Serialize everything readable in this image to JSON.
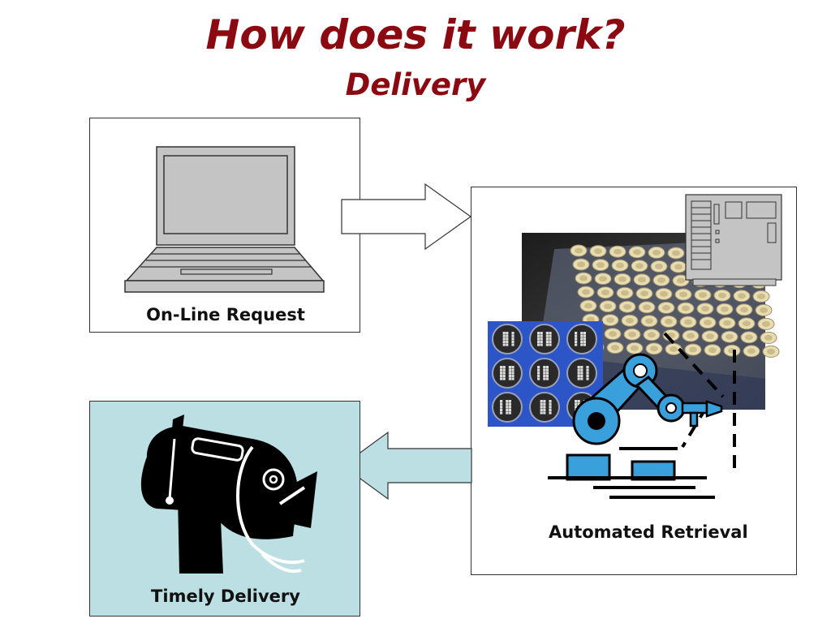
{
  "slide": {
    "title": "How does it work?",
    "subtitle": "Delivery"
  },
  "steps": {
    "request": {
      "label": "On-Line Request",
      "icon": "laptop-icon"
    },
    "retrieval": {
      "label": "Automated Retrieval",
      "icon": "robot-arm-icon"
    },
    "delivery": {
      "label": "Timely Delivery",
      "icon": "email-mailbox-icon"
    }
  },
  "colors": {
    "title": "#8b0a12",
    "delivery_box": "#bcdfe3",
    "robot_blue": "#3aa0dc",
    "tube_cream": "#e8dcb0"
  }
}
